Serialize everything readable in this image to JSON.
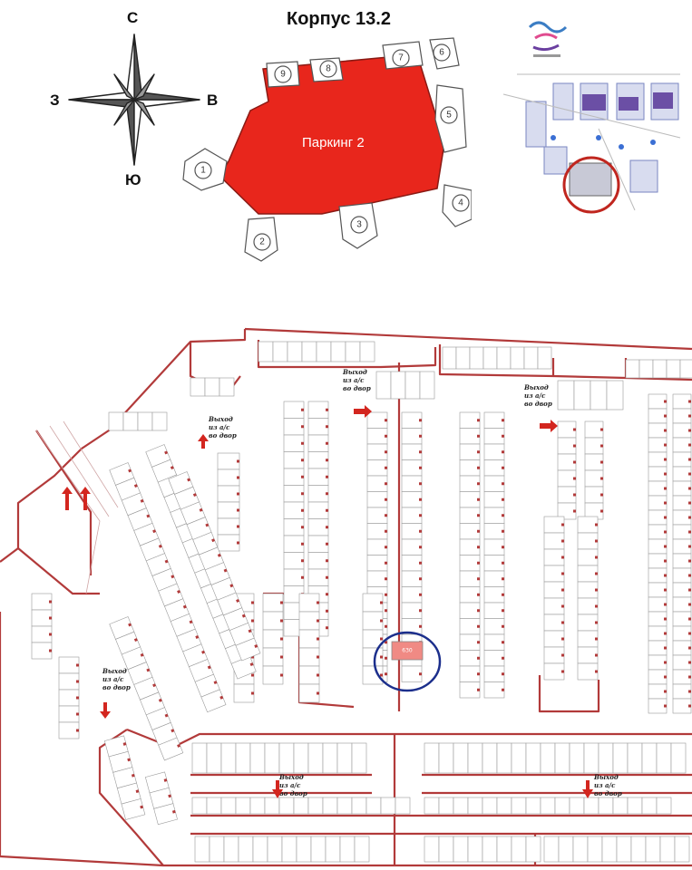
{
  "title": "Корпус 13.2",
  "compass": {
    "north": "С",
    "south": "Ю",
    "west": "З",
    "east": "В"
  },
  "parking_label": "Паркинг 2",
  "buildings": [
    "1",
    "2",
    "3",
    "4",
    "5",
    "6",
    "7",
    "8",
    "9"
  ],
  "exit_label": [
    "Выход",
    "из а/с",
    "во двор"
  ],
  "highlighted_spot": "630",
  "colors": {
    "parking": "#e8261c",
    "wall": "#b23a3a",
    "highlight": "#f08a84",
    "circle": "#1c2f8c",
    "arrow": "#d3261f"
  }
}
